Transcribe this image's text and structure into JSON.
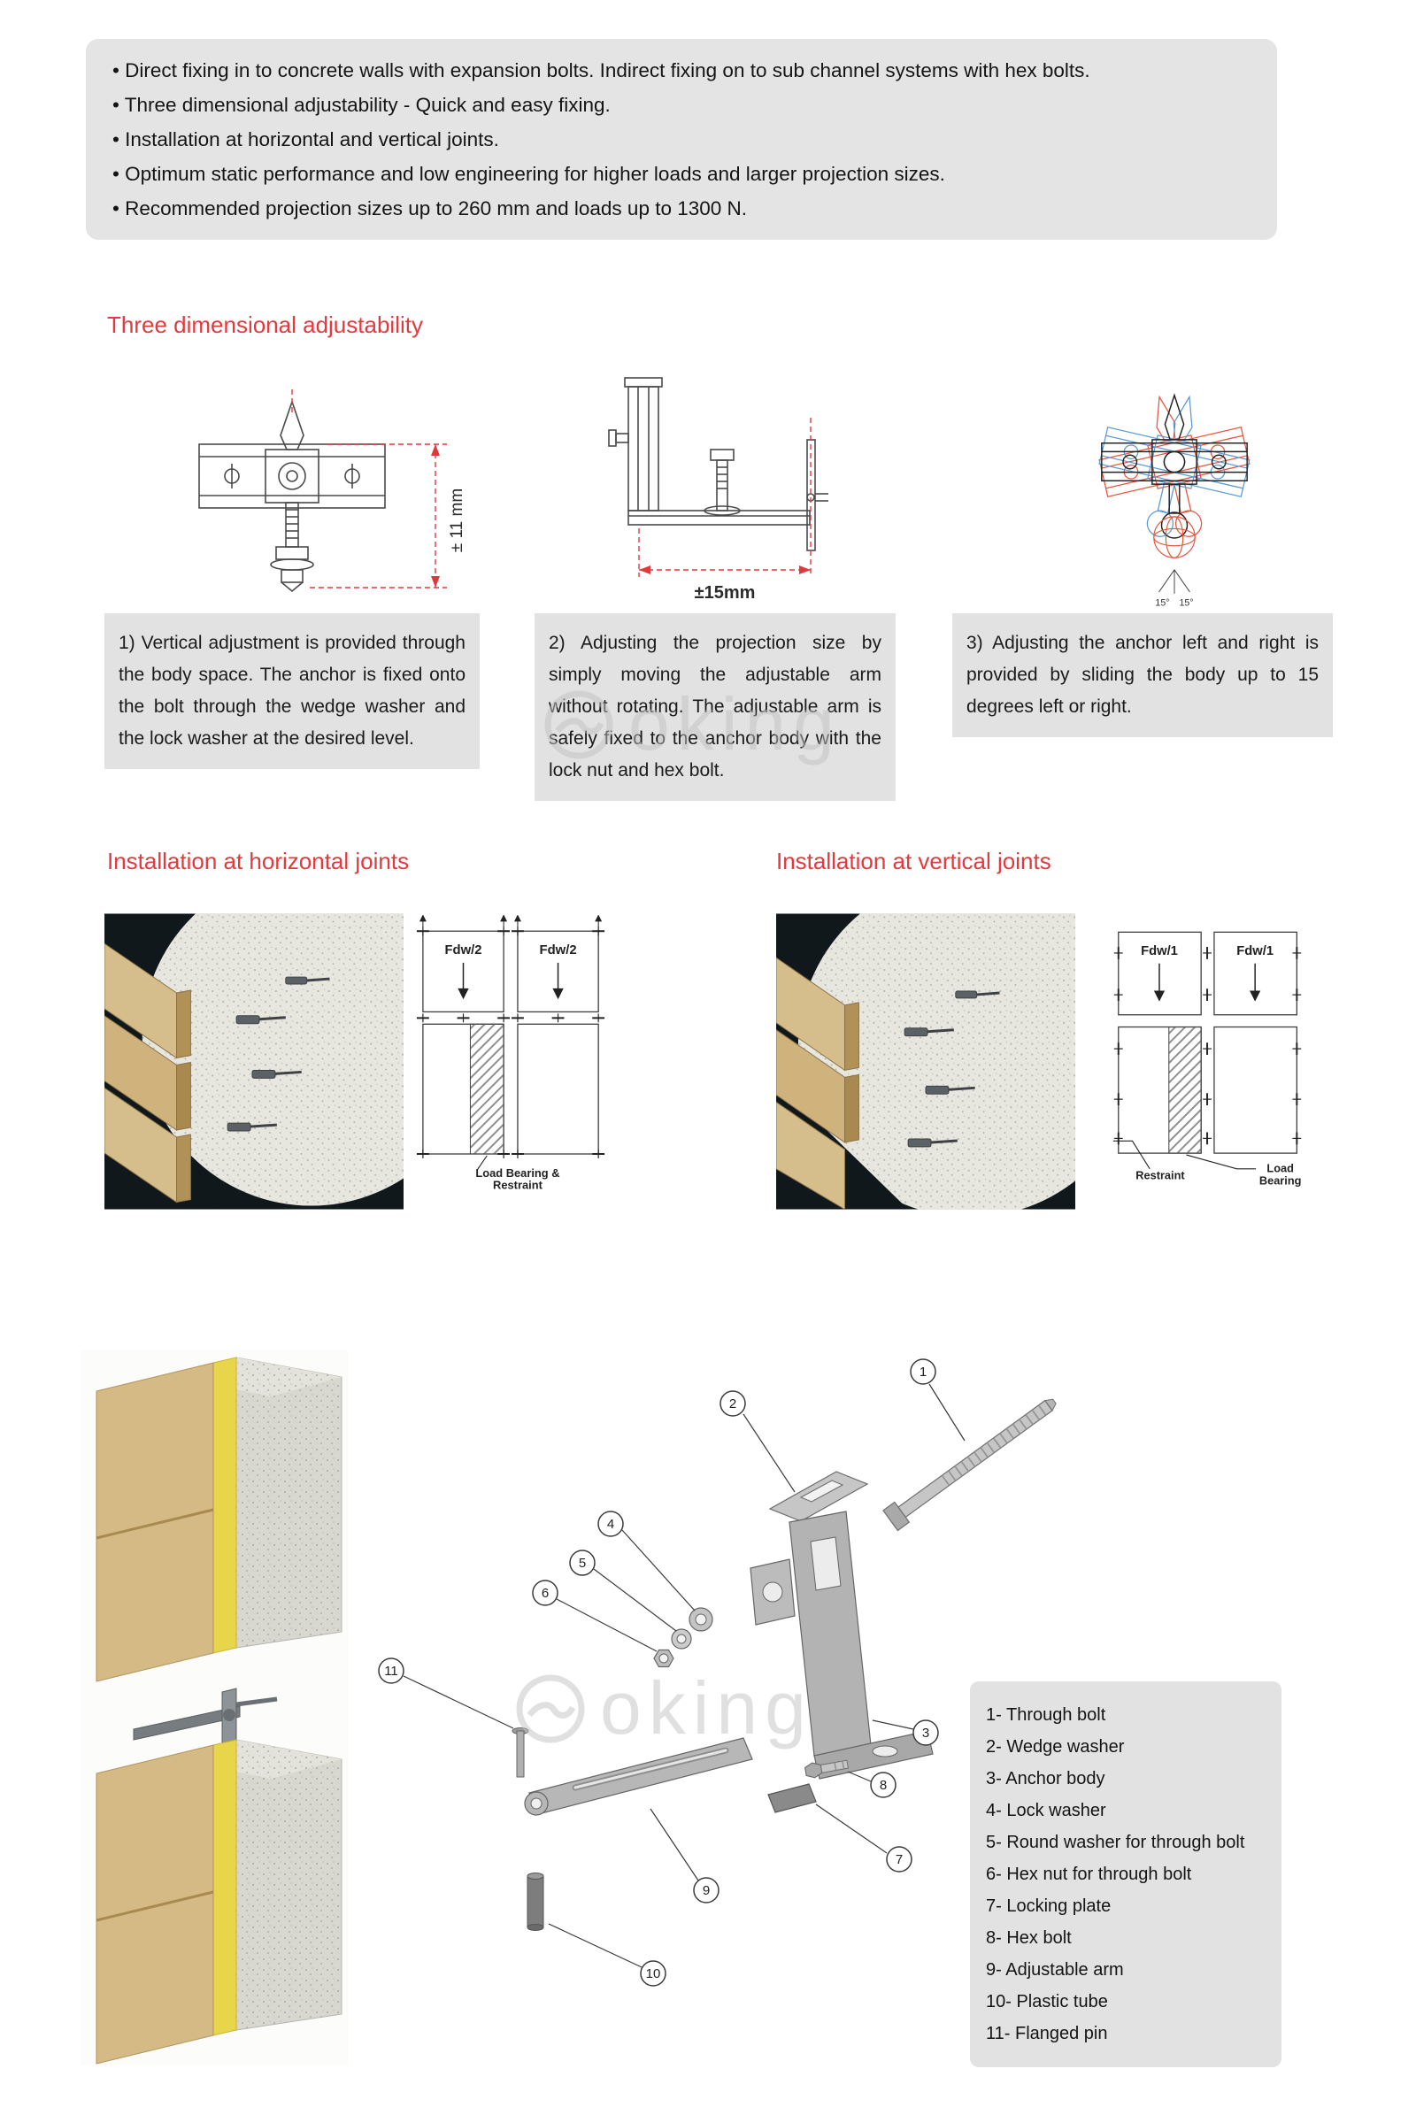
{
  "watermark": {
    "text": "oking"
  },
  "features": {
    "bullets": [
      "• Direct fixing in to concrete walls with expansion bolts. Indirect fixing on to sub channel systems with hex bolts.",
      "• Three dimensional adjustability - Quick and easy fixing.",
      "• Installation at horizontal and vertical joints.",
      "• Optimum static performance and low engineering for higher loads and larger projection sizes.",
      "• Recommended projection sizes up to 260 mm and loads up to 1300 N."
    ]
  },
  "adjustability": {
    "title": "Three dimensional adjustability",
    "dims": [
      "± 11 mm",
      "±15mm"
    ],
    "angles": [
      "15°",
      "15°"
    ],
    "notes": [
      "1) Vertical adjustment is provided through the body space. The anchor is fixed onto the bolt through the wedge washer and the lock washer at the desired level.",
      "2) Adjusting the projection size by simply moving the adjustable arm without rotating. The adjustable arm is safely fixed to the anchor body with the lock nut and hex bolt.",
      "3) Adjusting the anchor left and right is provided by sliding the body up to 15 degrees left or right."
    ]
  },
  "horizontal": {
    "title": "Installation at horizontal joints",
    "load_labels": [
      "Fdw/2",
      "Fdw/2"
    ],
    "caption": [
      "Load Bearing &",
      "Restraint"
    ]
  },
  "vertical": {
    "title": "Installation at vertical joints",
    "load_labels": [
      "Fdw/1",
      "Fdw/1"
    ],
    "caption_left": "Restraint",
    "caption_right": [
      "Load",
      "Bearing"
    ]
  },
  "parts": {
    "callouts": [
      "1",
      "2",
      "3",
      "4",
      "5",
      "6",
      "7",
      "8",
      "9",
      "10",
      "11"
    ],
    "list": [
      "1- Through bolt",
      "2- Wedge washer",
      "3- Anchor body",
      "4- Lock washer",
      "5- Round washer for through bolt",
      "6- Hex nut for through bolt",
      "7- Locking plate",
      "8- Hex bolt",
      "9- Adjustable arm",
      "10- Plastic tube",
      "11- Flanged pin"
    ]
  }
}
